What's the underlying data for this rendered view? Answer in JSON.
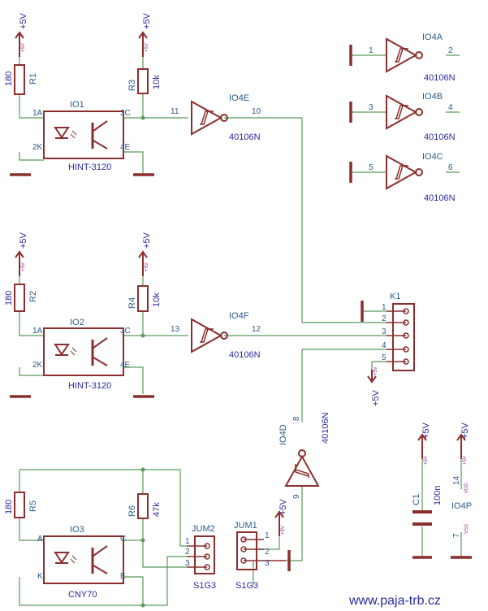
{
  "supply": {
    "label": "+5V",
    "tiny": "+5V"
  },
  "resistors": {
    "r1": {
      "name": "R1",
      "value": "180"
    },
    "r2": {
      "name": "R2",
      "value": "180"
    },
    "r3": {
      "name": "R3",
      "value": "10k"
    },
    "r4": {
      "name": "R4",
      "value": "10k"
    },
    "r5": {
      "name": "R5",
      "value": "180"
    },
    "r6": {
      "name": "R6",
      "value": "47k"
    }
  },
  "optos": {
    "io1": {
      "name": "IO1",
      "type": "HINT-3120",
      "pins": [
        "1A",
        "2K",
        "3C",
        "4E"
      ]
    },
    "io2": {
      "name": "IO2",
      "type": "HINT-3120",
      "pins": [
        "1A",
        "2K",
        "3C",
        "4E"
      ]
    },
    "io3": {
      "name": "IO3",
      "type": "CNY70",
      "pins": [
        "A",
        "K",
        "C",
        "E"
      ]
    }
  },
  "gates": {
    "io4a": {
      "name": "IO4A",
      "type": "40106N",
      "in": "1",
      "out": "2"
    },
    "io4b": {
      "name": "IO4B",
      "type": "40106N",
      "in": "3",
      "out": "4"
    },
    "io4c": {
      "name": "IO4C",
      "type": "40106N",
      "in": "5",
      "out": "6"
    },
    "io4d": {
      "name": "IO4D",
      "type": "40106N",
      "in": "9",
      "out": "8"
    },
    "io4e": {
      "name": "IO4E",
      "type": "40106N",
      "in": "11",
      "out": "10"
    },
    "io4f": {
      "name": "IO4F",
      "type": "40106N",
      "in": "13",
      "out": "12"
    }
  },
  "connector": {
    "name": "K1",
    "pins": [
      "1",
      "2",
      "3",
      "4",
      "5"
    ]
  },
  "jumpers": {
    "jum1": {
      "name": "JUM1",
      "type": "S1G3",
      "pins": [
        "1",
        "2",
        "3"
      ]
    },
    "jum2": {
      "name": "JUM2",
      "type": "S1G3",
      "pins": [
        "1",
        "2",
        "3"
      ]
    }
  },
  "capacitor": {
    "name": "C1",
    "value": "100n"
  },
  "power_unit": {
    "name": "IO4P",
    "vdd_pin": "14",
    "vdd": "VDD",
    "vss_pin": "7",
    "vss": "VSS"
  },
  "footer": {
    "website": "www.paja-trb.cz"
  },
  "colors": {
    "wire": "#5a9a5a",
    "part": "#8b2e2e",
    "label": "#2a5b8c",
    "value": "#2a2aa0"
  }
}
